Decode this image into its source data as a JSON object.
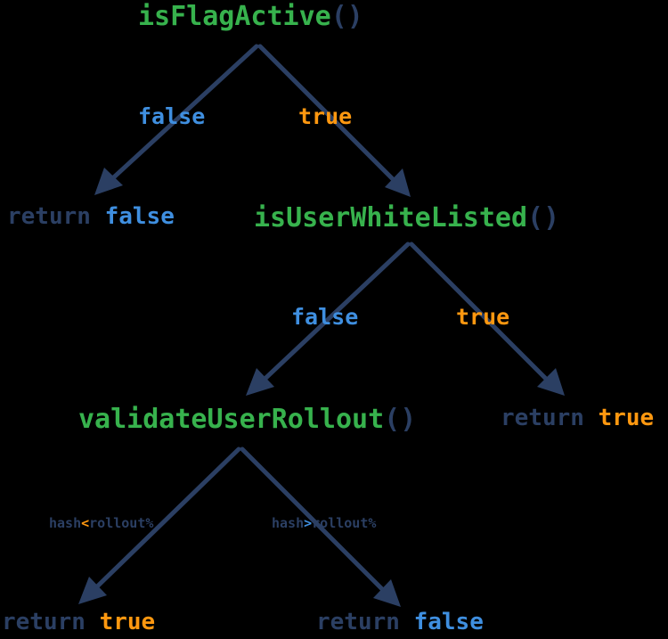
{
  "colors": {
    "function": "#37b24d",
    "false": "#3f8fe0",
    "true": "#ff9810",
    "text": "#2b3f63",
    "edge": "#2b3f63"
  },
  "nodes": {
    "root": {
      "name": "isFlagActive",
      "parens": "()"
    },
    "whitelist": {
      "name": "isUserWhiteListed",
      "parens": "()"
    },
    "rollout": {
      "name": "validateUserRollout",
      "parens": "()"
    }
  },
  "branch_labels": {
    "root_false": "false",
    "root_true": "true",
    "whitelist_false": "false",
    "whitelist_true": "true",
    "rollout_lt": {
      "left": "hash",
      "op": "<",
      "right": "rollout%"
    },
    "rollout_gt": {
      "left": "hash",
      "op": ">",
      "right": "rollout%"
    }
  },
  "leaves": {
    "root_false": {
      "keyword": "return",
      "value": "false"
    },
    "whitelist_true": {
      "keyword": "return",
      "value": "true"
    },
    "rollout_lt": {
      "keyword": "return",
      "value": "true"
    },
    "rollout_gt": {
      "keyword": "return",
      "value": "false"
    }
  }
}
